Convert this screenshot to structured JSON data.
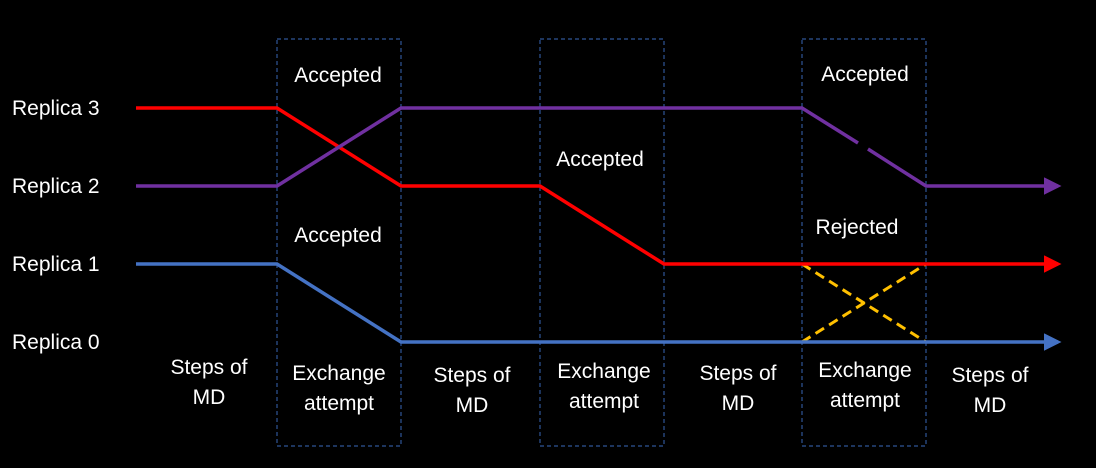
{
  "replica_labels": [
    "Replica 3",
    "Replica 2",
    "Replica 1",
    "Replica 0"
  ],
  "exchange_labels": {
    "ex1_top": "Accepted",
    "ex1_bottom": "Accepted",
    "ex2": "Accepted",
    "ex3_top": "Accepted",
    "ex3_rejected": "Rejected"
  },
  "phase_labels": {
    "md1_line1": "Steps of",
    "md1_line2": "MD",
    "ex1_line1": "Exchange",
    "ex1_line2": "attempt",
    "md2_line1": "Steps of",
    "md2_line2": "MD",
    "ex2_line1": "Exchange",
    "ex2_line2": "attempt",
    "md3_line1": "Steps of",
    "md3_line2": "MD",
    "ex3_line1": "Exchange",
    "ex3_line2": "attempt",
    "md4_line1": "Steps of",
    "md4_line2": "MD"
  },
  "colors": {
    "background": "#000000",
    "red_line": "#ff0000",
    "purple_line": "#7030a0",
    "blue_line": "#4472c4",
    "rejected_cross": "#ffc000",
    "box_border": "#2f5597",
    "text": "#ffffff"
  }
}
